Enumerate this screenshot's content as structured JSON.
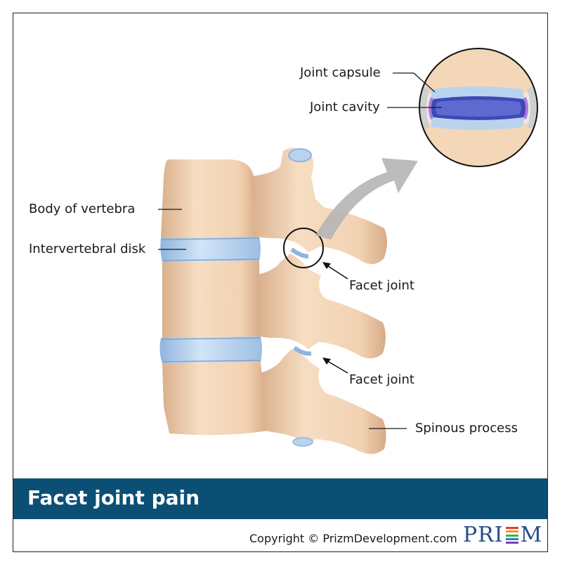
{
  "title": "Facet joint pain",
  "labels": {
    "joint_capsule": "Joint capsule",
    "joint_cavity": "Joint cavity",
    "body_of_vertebra": "Body of vertebra",
    "intervertebral_disk": "Intervertebral disk",
    "facet_joint_upper": "Facet joint",
    "facet_joint_lower": "Facet joint",
    "spinous_process": "Spinous process"
  },
  "footer": {
    "copyright": "Copyright © PrizmDevelopment.com",
    "logo_left": "PRI",
    "logo_right": "M"
  },
  "colors": {
    "title_bar": "#0c4f74",
    "bone": "#f4d6b8",
    "bone_shadow": "#d9b08d",
    "disk": "#b9d3ef",
    "cartilage": "#3d49b8",
    "arrow": "#b5b5b5",
    "logo_blue": "#264e8a"
  },
  "logo_bar_colors": [
    "#e03a3a",
    "#f39a1e",
    "#3bb34a",
    "#2f7fd1",
    "#7a3fb5"
  ]
}
